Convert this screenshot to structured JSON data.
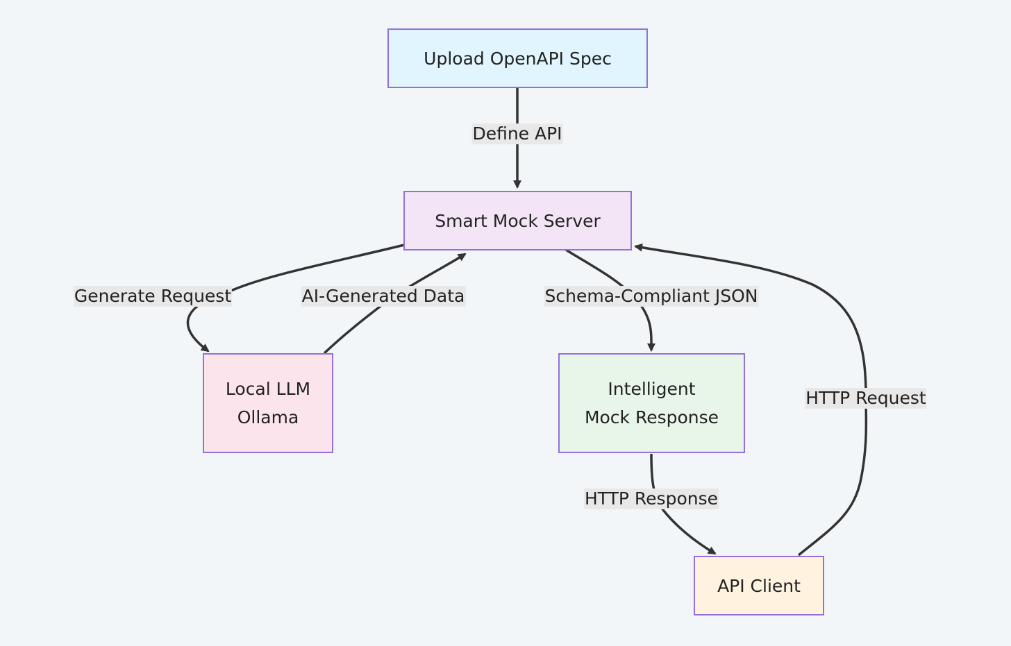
{
  "nodes": {
    "upload_spec": {
      "label": "Upload OpenAPI Spec",
      "fill": "#e1f5fe"
    },
    "mock_server": {
      "label": "Smart Mock Server",
      "fill": "#f3e5f5"
    },
    "local_llm": {
      "lines": [
        "Local LLM",
        "Ollama"
      ],
      "fill": "#fce4ec"
    },
    "mock_response": {
      "lines": [
        "Intelligent",
        "Mock Response"
      ],
      "fill": "#e8f5e9"
    },
    "api_client": {
      "label": "API Client",
      "fill": "#fff3e0"
    }
  },
  "edges": {
    "define_api": "Define API",
    "generate_request": "Generate Request",
    "ai_generated_data": "AI-Generated Data",
    "schema_compliant_json": "Schema-Compliant JSON",
    "http_request": "HTTP Request",
    "http_response": "HTTP Response"
  },
  "colors": {
    "node_border": "#9370db",
    "edge_stroke": "#333333",
    "label_background": "#e8e8e8",
    "background": "#f3f6f9"
  }
}
